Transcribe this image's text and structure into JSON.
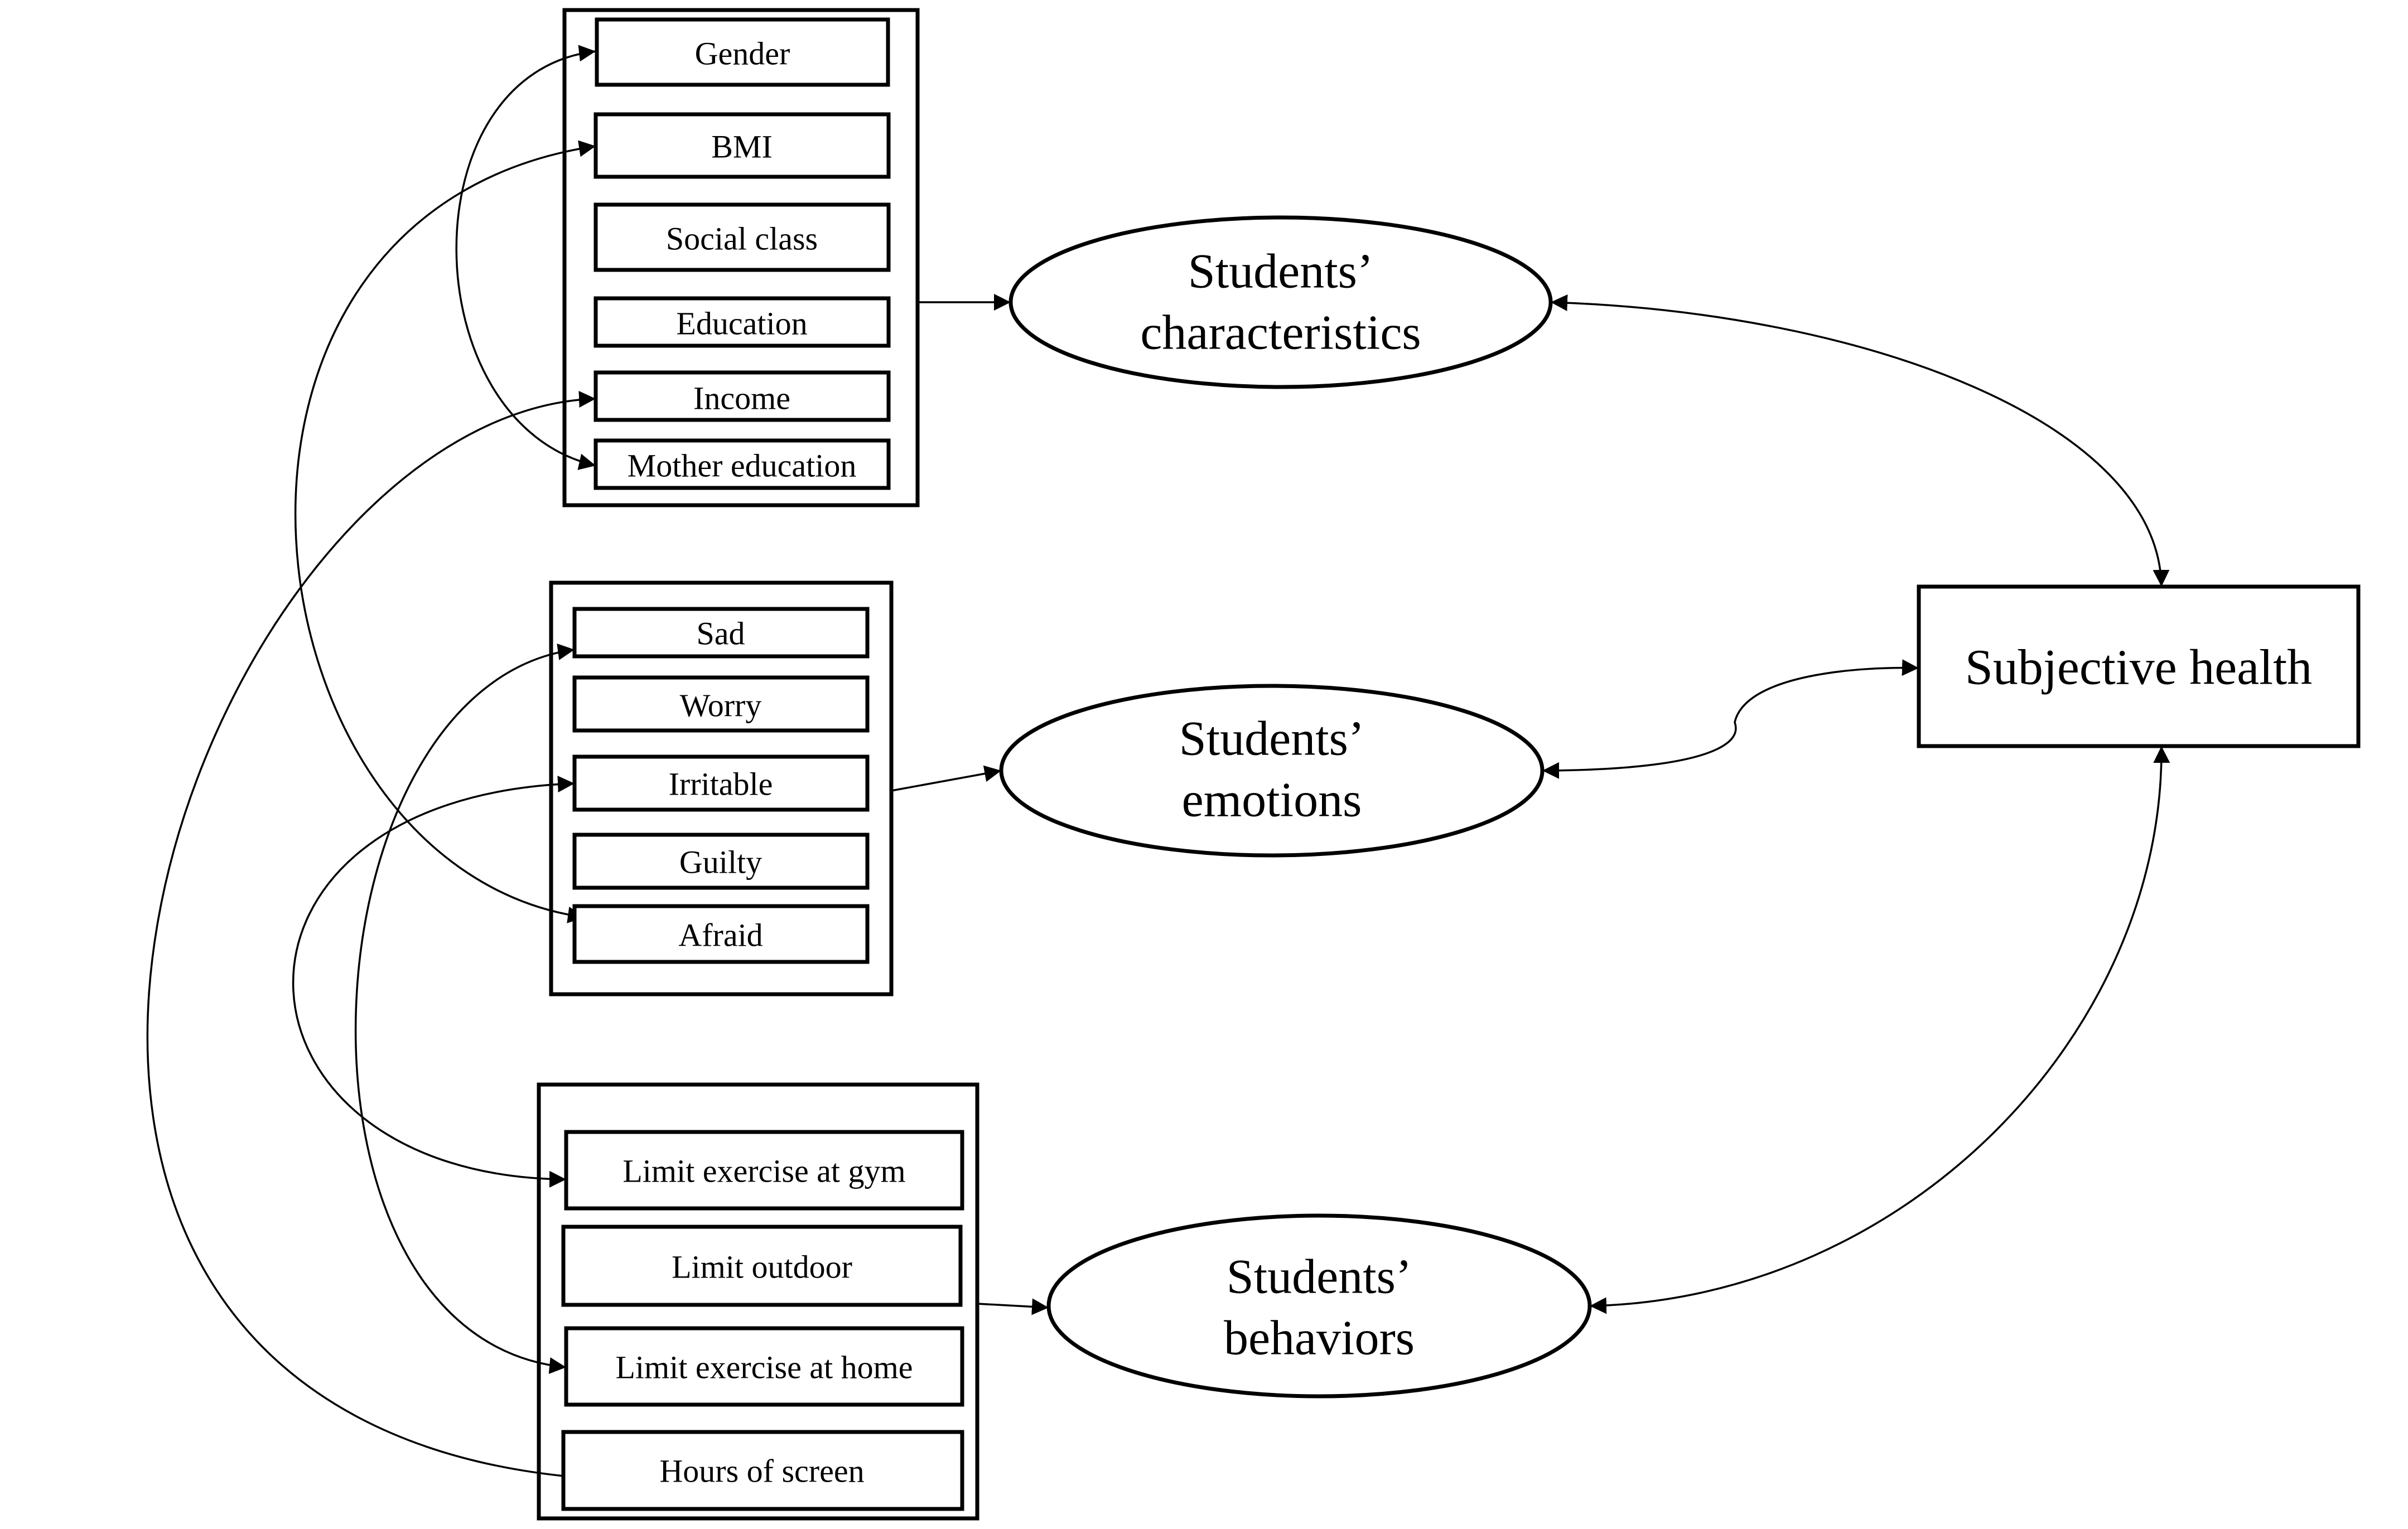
{
  "characteristics": {
    "items": [
      "Gender",
      "BMI",
      "Social class",
      "Education",
      "Income",
      "Mother education"
    ],
    "latent_line1": "Students’",
    "latent_line2": "characteristics"
  },
  "emotions": {
    "items": [
      "Sad",
      "Worry",
      "Irritable",
      "Guilty",
      "Afraid"
    ],
    "latent_line1": "Students’",
    "latent_line2": "emotions"
  },
  "behaviors": {
    "items": [
      "Limit exercise at gym",
      "Limit outdoor",
      "Limit exercise at home",
      "Hours of screen"
    ],
    "latent_line1": "Students’",
    "latent_line2": "behaviors"
  },
  "outcome": {
    "label": "Subjective health"
  }
}
